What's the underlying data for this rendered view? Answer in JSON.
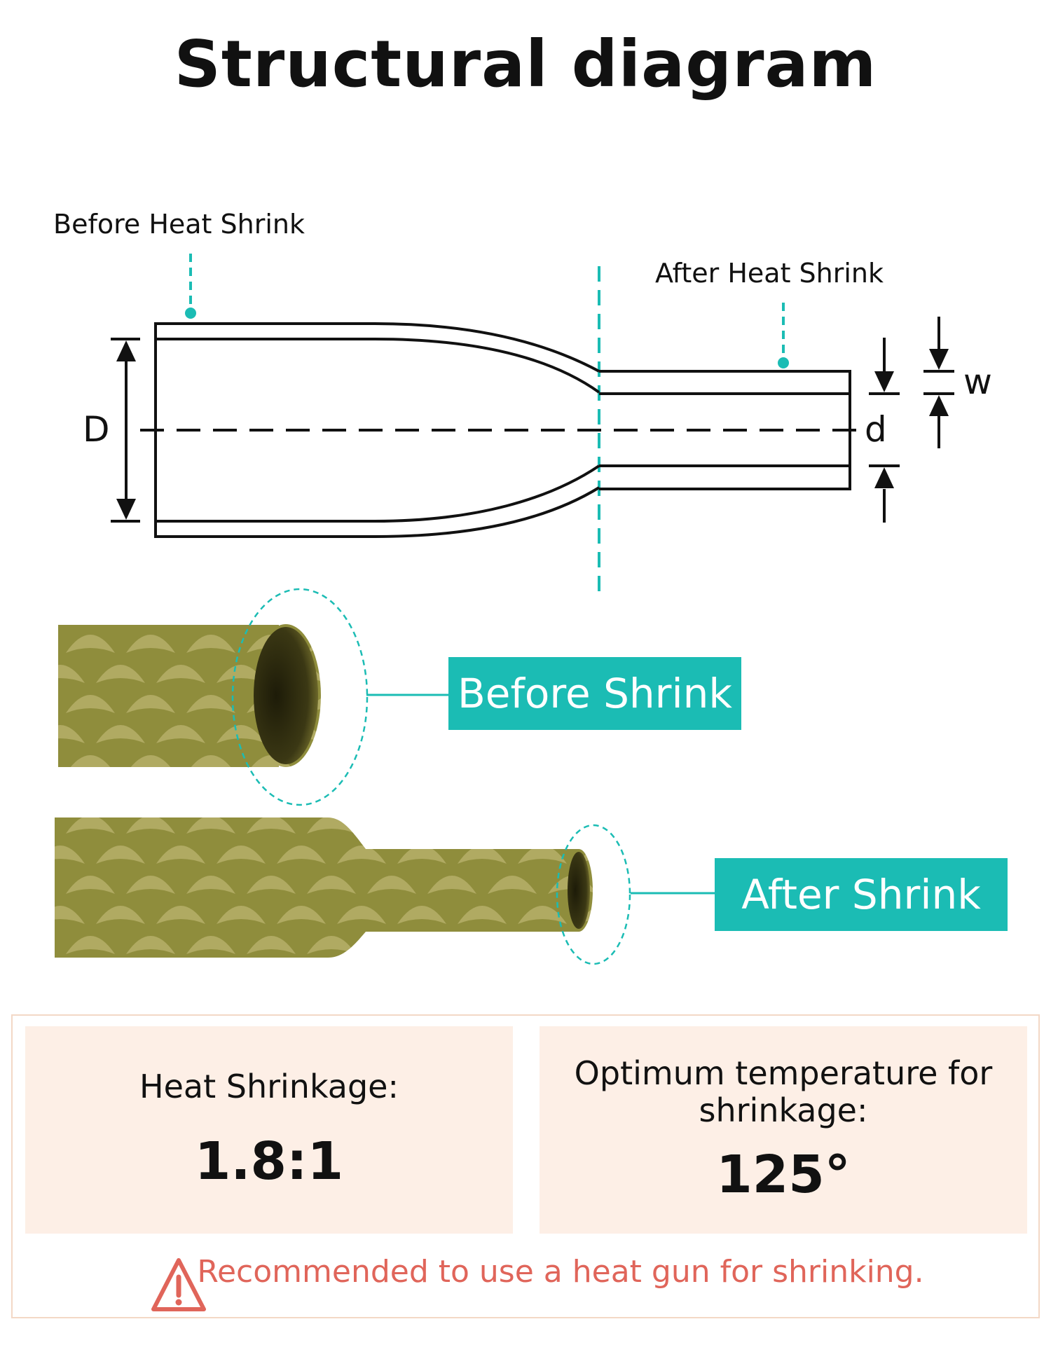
{
  "title": "Structural diagram",
  "diagram": {
    "before_heat_shrink_label": "Before Heat Shrink",
    "after_heat_shrink_label": "After Heat Shrink",
    "dim_D": "D",
    "dim_d": "d",
    "dim_w": "w"
  },
  "photos": {
    "before_tag": "Before Shrink",
    "after_tag": "After Shrink"
  },
  "specs": {
    "shrinkage_label": "Heat Shrinkage:",
    "shrinkage_value": "1.8:1",
    "temperature_label": "Optimum temperature for shrinkage:",
    "temperature_value": "125°"
  },
  "warning": {
    "text": "Recommended to use a heat gun for shrinking."
  },
  "colors": {
    "accent": "#1bbcb4",
    "warning": "#e0655a",
    "card_bg": "#fdefe6",
    "tube": "#8b8a39"
  }
}
